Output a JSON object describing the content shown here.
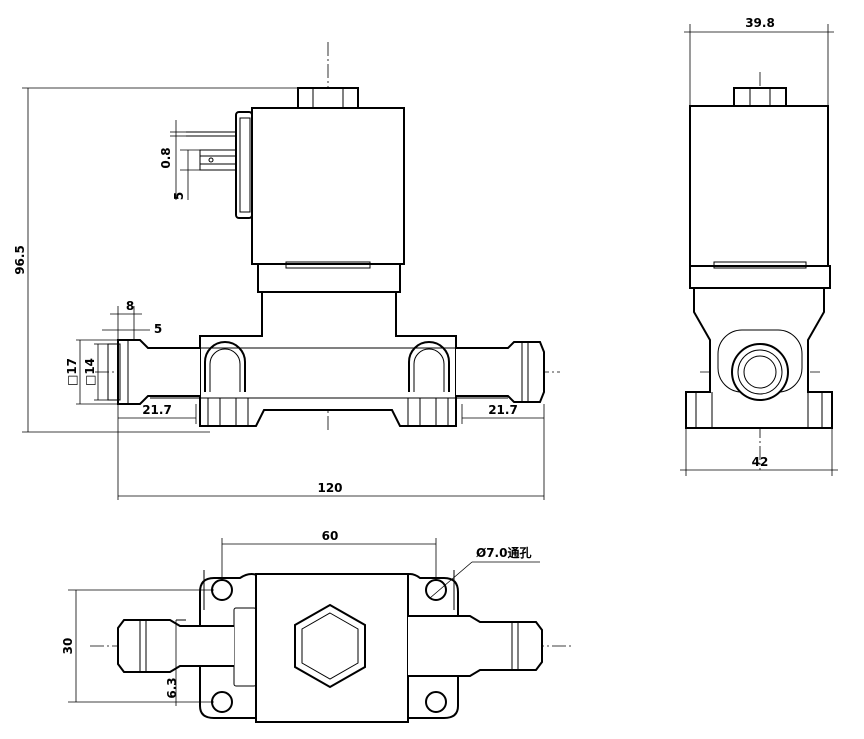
{
  "dimensions": {
    "height_total": "96.5",
    "pin_thickness": "0.8",
    "pin_width": "5",
    "fitting_square_outer": "□17",
    "fitting_square_inner": "□14",
    "fitting_length": "8",
    "fitting_step": "5",
    "barb_left": "21.7",
    "barb_right": "21.7",
    "overall_length": "120",
    "coil_width": "39.8",
    "base_width": "42",
    "mount_hole_spacing": "60",
    "mount_hole_label": "Ø7.0通孔",
    "base_depth": "30",
    "pin_offset": "6.3"
  }
}
